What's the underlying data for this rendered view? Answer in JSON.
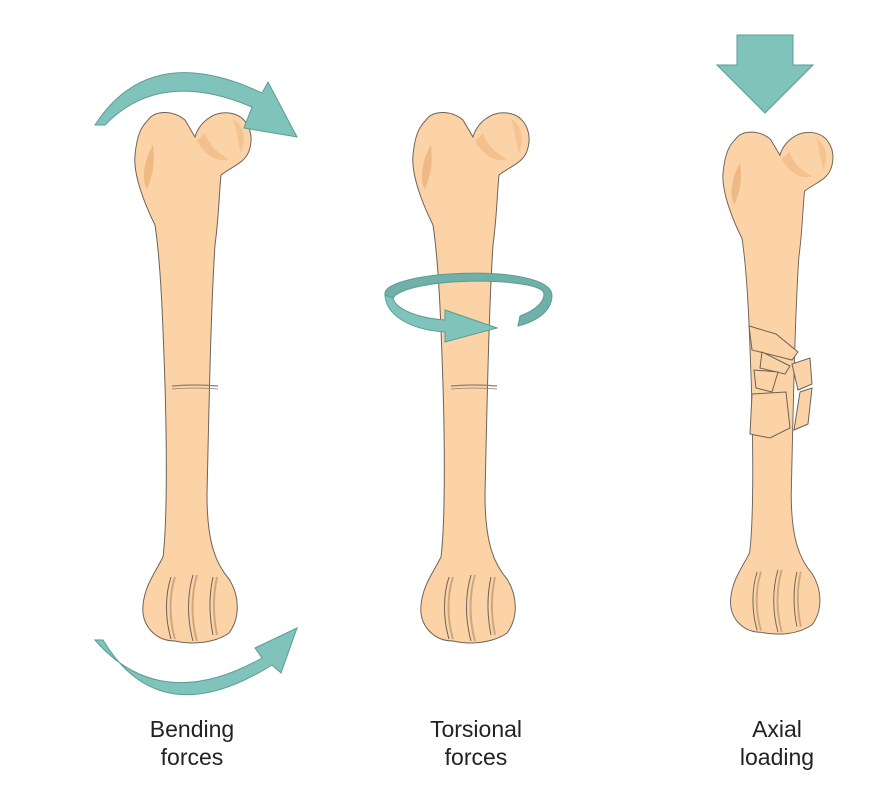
{
  "colors": {
    "bone_fill": "#fbd3a6",
    "bone_shade": "#efb984",
    "bone_outline": "#6e6259",
    "arrow_fill": "#7fc3bb",
    "arrow_outline": "#5a9c95",
    "background": "#ffffff",
    "text": "#222222"
  },
  "panels": [
    {
      "id": "bending",
      "line1": "Bending",
      "line2": "forces"
    },
    {
      "id": "torsional",
      "line1": "Torsional",
      "line2": "forces"
    },
    {
      "id": "axial",
      "line1": "Axial",
      "line2": "loading"
    }
  ]
}
